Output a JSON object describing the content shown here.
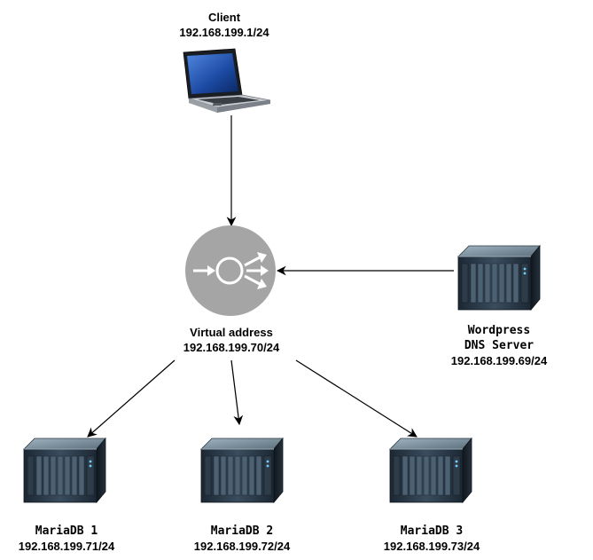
{
  "nodes": {
    "client": {
      "name": "Client",
      "ip": "192.168.199.1/24",
      "icon": "laptop-icon"
    },
    "virtual": {
      "name": "Virtual address",
      "ip": "192.168.199.70/24",
      "icon": "load-balancer-icon"
    },
    "dns": {
      "name_line1": "Wordpress",
      "name_line2": "DNS Server",
      "ip": "192.168.199.69/24",
      "icon": "server-icon"
    },
    "db1": {
      "name": "MariaDB 1",
      "ip": "192.168.199.71/24",
      "icon": "server-icon"
    },
    "db2": {
      "name": "MariaDB 2",
      "ip": "192.168.199.72/24",
      "icon": "server-icon"
    },
    "db3": {
      "name": "MariaDB 3",
      "ip": "192.168.199.73/24",
      "icon": "server-icon"
    }
  },
  "colors": {
    "edge": "#000000",
    "balancer_fill": "#a5a5a5",
    "server_body": "#2a3a48",
    "server_top": "#8aa0b0",
    "laptop_body": "#3a3f47",
    "laptop_screen": "#1f4fa8"
  }
}
